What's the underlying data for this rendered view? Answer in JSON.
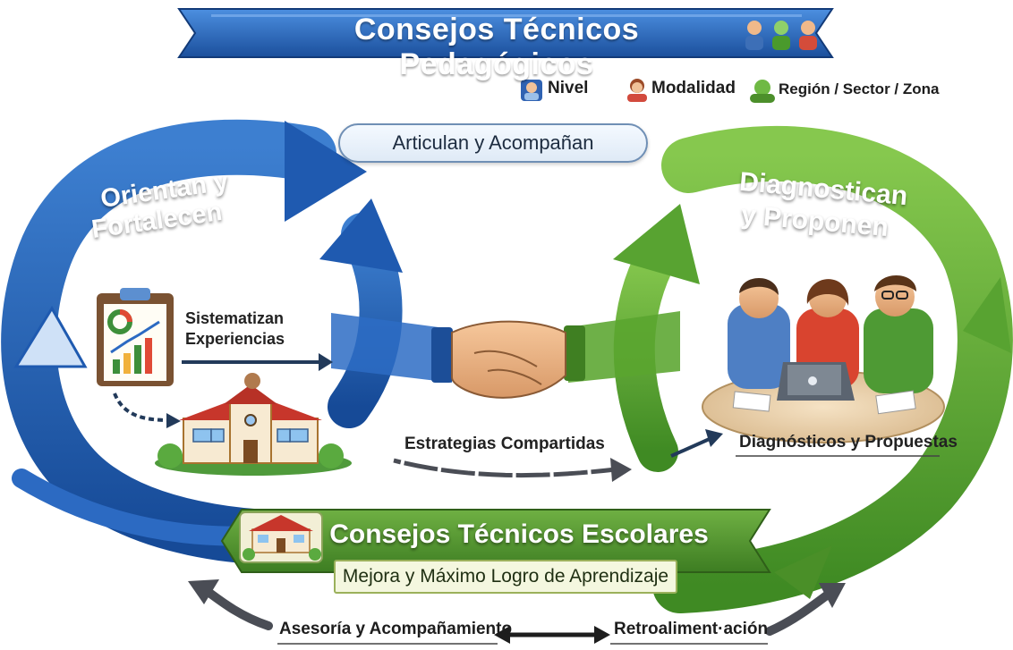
{
  "header": {
    "title": "Consejos Técnicos Pedagógicos",
    "legend": [
      "Nivel",
      "Modalidad",
      "Región / Sector / Zona"
    ]
  },
  "center": {
    "pill_label": "Articulan y Acompañan"
  },
  "left_loop": {
    "label_line1": "Orientan y",
    "label_line2": "Fortalecen",
    "systematize_line1": "Sistematizan",
    "systematize_line2": "Experiencias"
  },
  "right_loop": {
    "label_line1": "Diagnostican",
    "label_line2": "y Proponen",
    "diagnostics_label": "Diagnósticos y Propuestas"
  },
  "flow": {
    "shared_strategies": "Estrategias Compartidas"
  },
  "banner": {
    "title": "Consejos Técnicos Escolares",
    "subtitle": "Mejora y Máximo Logro de Aprendizaje"
  },
  "bottom": {
    "left_label": "Asesoría y Acompañamiento",
    "right_label": "Retroaliment·ación"
  },
  "colors": {
    "blue": "#1e5bb0",
    "green": "#5aa52f"
  }
}
